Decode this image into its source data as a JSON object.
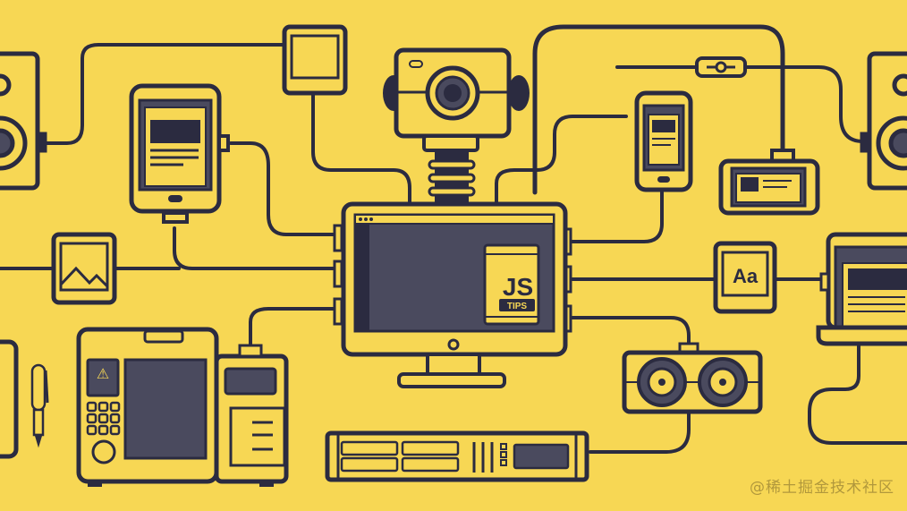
{
  "illustration": {
    "title": "JS Tips connected devices illustration",
    "colors": {
      "background": "#F7D754",
      "ink": "#2B2B40",
      "screen": "#4A4A5E"
    },
    "monitor": {
      "badge_main": "JS",
      "badge_sub": "TIPS"
    },
    "font_card": {
      "label": "Aa"
    }
  },
  "watermark": "@稀土掘金技术社区"
}
